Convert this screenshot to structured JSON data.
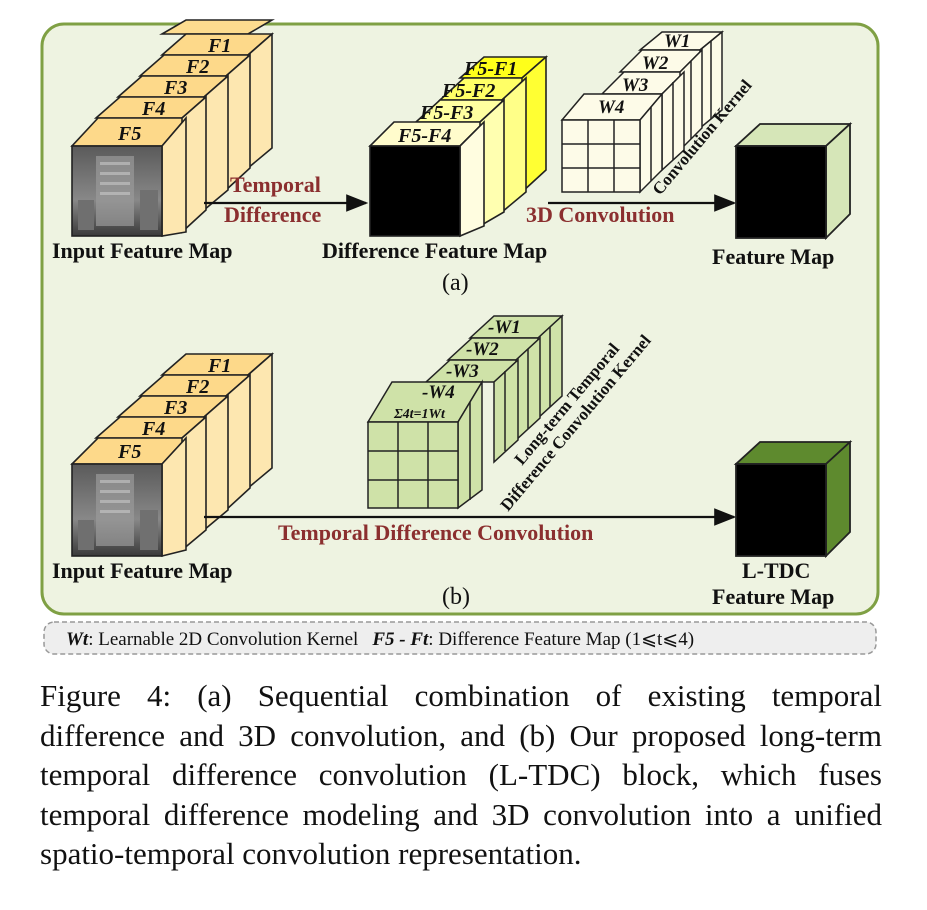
{
  "panel_a": {
    "frames": [
      "F1",
      "F2",
      "F3",
      "F4",
      "F5"
    ],
    "diff_frames": [
      "F5-F1",
      "F5-F2",
      "F5-F3",
      "F5-F4"
    ],
    "kernels": [
      "W1",
      "W2",
      "W3",
      "W4"
    ],
    "kernel_label": "Convolution Kernel",
    "arrow1_line1": "Temporal",
    "arrow1_line2": "Difference",
    "arrow2": "3D Convolution",
    "input_label": "Input Feature Map",
    "diff_label": "Difference Feature Map",
    "output_label": "Feature Map",
    "tag": "(a)"
  },
  "panel_b": {
    "frames": [
      "F1",
      "F2",
      "F3",
      "F4",
      "F5"
    ],
    "kernels": [
      "-W1",
      "-W2",
      "-W3",
      "-W4"
    ],
    "sum_label": "Σ4t=1Wt",
    "kernel_label_line1": "Long-term Temporal",
    "kernel_label_line2": "Difference Convolution Kernel",
    "arrow": "Temporal Difference Convolution",
    "input_label": "Input Feature Map",
    "output_label_line1": "L-TDC",
    "output_label_line2": "Feature Map",
    "tag": "(b)"
  },
  "legend": {
    "w_symbol": "Wt",
    "w_desc": ": Learnable 2D Convolution Kernel",
    "f_symbol": "F5 - Ft",
    "f_desc": ": Difference Feature Map (1⩽t⩽4)"
  },
  "caption": "Figure 4: (a) Sequential combination of existing temporal difference and 3D convolution, and (b) Our proposed long-term temporal difference convolution (L-TDC) block, which fuses temporal difference modeling and 3D convolution into a unified spatio-temporal convolution representation.",
  "colors": {
    "panel_bg": "#eef3e1",
    "panel_border": "#7fa044",
    "frame_fill": "#fdd98a",
    "diff_fill_light": "#fffccc",
    "diff_fill_bright": "#ffff1a",
    "kernel_green": "#cfe2a8",
    "output_green": "#5e8a2e",
    "arrow_label": "#8b2f2f"
  }
}
